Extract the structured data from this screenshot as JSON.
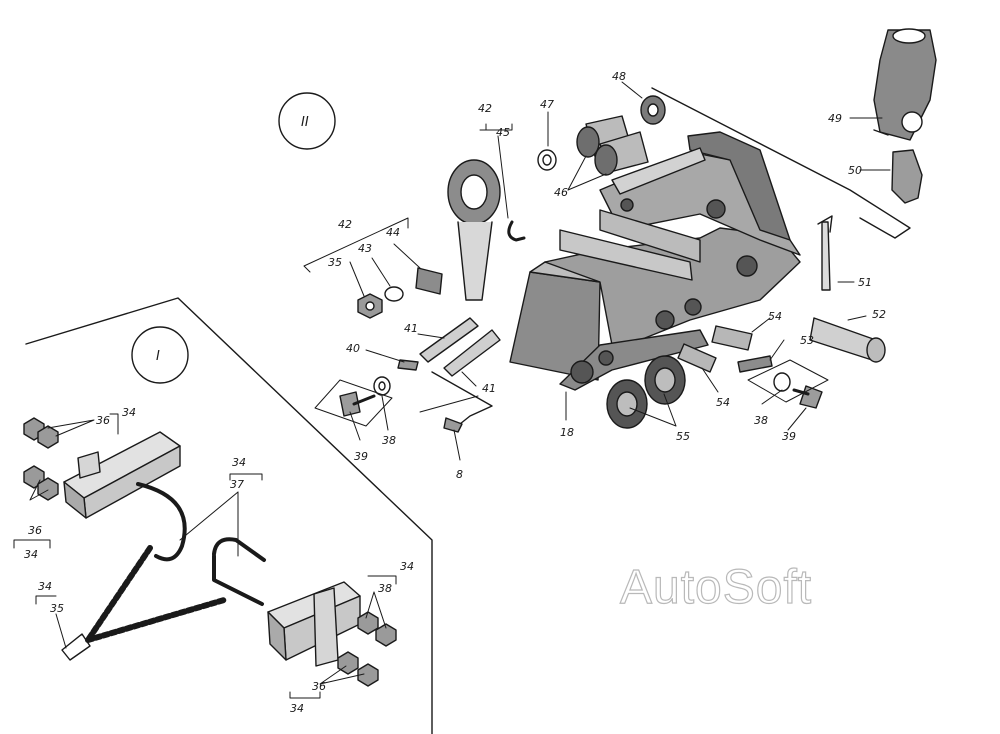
{
  "diagram": {
    "view_labels": [
      "II",
      "I"
    ],
    "callouts": {
      "c42a": "42",
      "c45": "45",
      "c47": "47",
      "c48": "48",
      "c49": "49",
      "c50": "50",
      "c46": "46",
      "c42b": "42",
      "c43": "43",
      "c44": "44",
      "c35a": "35",
      "c41a": "41",
      "c41b": "41",
      "c40": "40",
      "c51": "51",
      "c52": "52",
      "c54a": "54",
      "c54b": "54",
      "c53": "53",
      "c38a": "38",
      "c39a": "39",
      "c8": "8",
      "c18": "18",
      "c55": "55",
      "c38b": "38",
      "c39b": "39",
      "c36a": "36",
      "c34a": "34",
      "c36b": "36",
      "c34b": "34",
      "c34c": "34",
      "c37": "37",
      "c34d": "34",
      "c35b": "35",
      "c34e": "34",
      "c38c": "38",
      "c36c": "36",
      "c34f": "34"
    }
  },
  "watermark": {
    "text": "AutoSoft"
  }
}
